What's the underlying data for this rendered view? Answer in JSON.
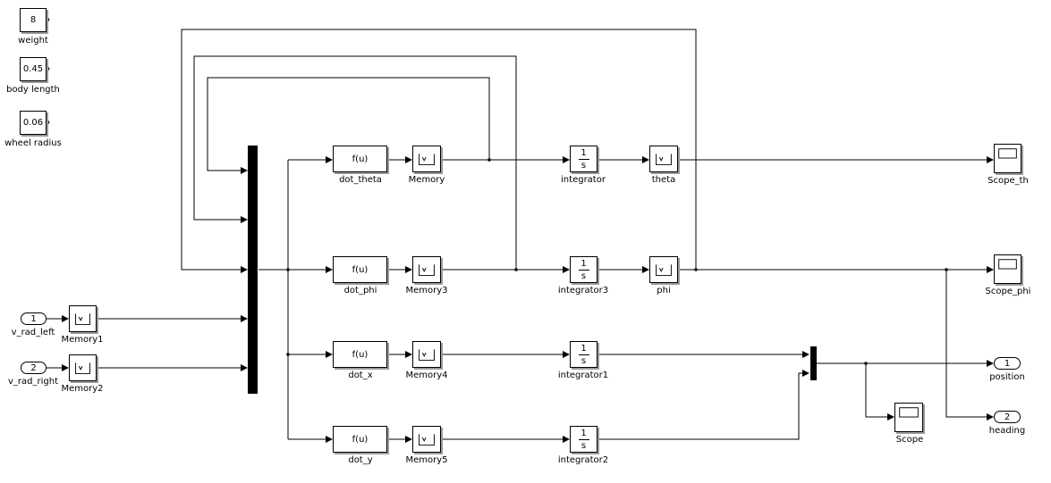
{
  "constants": [
    {
      "value": "8",
      "name": "weight"
    },
    {
      "value": "0.45",
      "name": "body length"
    },
    {
      "value": "0.06",
      "name": "wheel radius"
    }
  ],
  "inports": [
    {
      "number": "1",
      "name": "v_rad_left"
    },
    {
      "number": "2",
      "name": "v_rad_right"
    }
  ],
  "input_memories": [
    "Memory1",
    "Memory2"
  ],
  "fcn_text": "f(u)",
  "fcn_blocks": [
    "dot_theta",
    "dot_phi",
    "dot_x",
    "dot_y"
  ],
  "memories": [
    "Memory",
    "Memory3",
    "Memory4",
    "Memory5"
  ],
  "integrator_symbol": {
    "num": "1",
    "den": "s"
  },
  "integrators": [
    "integrator",
    "integrator3",
    "integrator1",
    "integrator2"
  ],
  "state_memories": [
    "theta",
    "phi"
  ],
  "scopes": [
    "Scope_th",
    "Scope_phi",
    "Scope"
  ],
  "outports": [
    {
      "number": "1",
      "name": "position"
    },
    {
      "number": "2",
      "name": "heading"
    }
  ],
  "colors": {
    "line": "#000000",
    "block_border": "#000000",
    "shadow": "#9a9a9a",
    "background": "#ffffff"
  },
  "icons": {
    "memory": "memory-step-icon",
    "scope": "scope-screen-icon",
    "mux": "mux-bar"
  }
}
